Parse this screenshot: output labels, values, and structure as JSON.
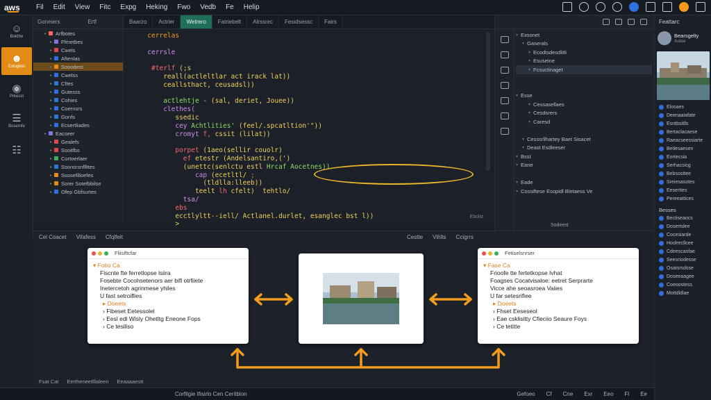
{
  "app": {
    "logo": "aws"
  },
  "menu": [
    "Fil",
    "Edit",
    "View",
    "Fitc",
    "Expg",
    "Heking",
    "Fwo",
    "Vedb",
    "Fe",
    "Helip"
  ],
  "activity": [
    {
      "label": "Bokthe",
      "icon": "person-icon"
    },
    {
      "label": "Exlogiesi",
      "icon": "user-active-icon"
    },
    {
      "label": "Prkesst",
      "icon": "bulb-icon"
    },
    {
      "label": "Bosemfe",
      "icon": "stack-icon"
    },
    {
      "label": "",
      "icon": "grid-icon"
    }
  ],
  "explorer": {
    "title": "Goneiers",
    "title_right": "Ertf",
    "items": [
      {
        "label": "Arfbotes",
        "indent": 2,
        "color": "#f26a6a"
      },
      {
        "label": "Ffmetbes",
        "indent": 3,
        "color": "#8a6ee0"
      },
      {
        "label": "Cwels",
        "indent": 3,
        "color": "#e04a4a"
      },
      {
        "label": "Aftenlas",
        "indent": 3,
        "color": "#2f6fe0"
      },
      {
        "label": "Sooodest",
        "indent": 3,
        "color": "#e28c17",
        "selected": true
      },
      {
        "label": "Cwelss",
        "indent": 3,
        "color": "#2f6fe0"
      },
      {
        "label": "Cftes",
        "indent": 3,
        "color": "#2f6fe0"
      },
      {
        "label": "Gutesss",
        "indent": 3,
        "color": "#2f6fe0"
      },
      {
        "label": "Cohies",
        "indent": 3,
        "color": "#2f6fe0"
      },
      {
        "label": "Coernsrs",
        "indent": 3,
        "color": "#2f6fe0"
      },
      {
        "label": "Gonfs",
        "indent": 3,
        "color": "#2f6fe0"
      },
      {
        "label": "Ecsertliades",
        "indent": 3,
        "color": "#2f6fe0"
      },
      {
        "label": "Eacseer",
        "indent": 2,
        "color": "#8a6ee0"
      },
      {
        "label": "Gealefs",
        "indent": 3,
        "color": "#e04a4a"
      },
      {
        "label": "Ssoitfbs",
        "indent": 3,
        "color": "#e04a4a"
      },
      {
        "label": "Curtoerlaer",
        "indent": 3,
        "color": "#3fae5a"
      },
      {
        "label": "Ssonsrsnfllttes",
        "indent": 3,
        "color": "#2f6fe0"
      },
      {
        "label": "Ssosefilloefes",
        "indent": 3,
        "color": "#e28c17"
      },
      {
        "label": "Sorer Sotefbbilse",
        "indent": 3,
        "color": "#e28c17"
      },
      {
        "label": "Ofep Gbfsurtes",
        "indent": 3,
        "color": "#2f6fe0"
      }
    ]
  },
  "editor": {
    "tabs": [
      "Baarzo",
      "Actrier",
      "Wetrero",
      "Fatriebelt",
      "Alrssrec",
      "Fesidsessc",
      "Fairs"
    ],
    "active_tab": 2,
    "lines": [
      {
        "indent": 2,
        "parts": [
          {
            "t": "cerrelas",
            "c": "k-org"
          }
        ]
      },
      {
        "indent": 0,
        "parts": []
      },
      {
        "indent": 2,
        "parts": [
          {
            "t": "cerrsle",
            "c": "k-pur"
          }
        ]
      },
      {
        "indent": 0,
        "parts": []
      },
      {
        "indent": 3,
        "parts": [
          {
            "t": "#terlf ",
            "c": "k-red"
          },
          {
            "t": "(;s",
            "c": "k-yel"
          }
        ]
      },
      {
        "indent": 6,
        "parts": [
          {
            "t": "reall(",
            "c": "k-yel"
          },
          {
            "t": "actleltlar act ",
            "c": "k-yel"
          },
          {
            "t": "irack lat))",
            "c": "k-yel"
          }
        ]
      },
      {
        "indent": 6,
        "parts": [
          {
            "t": "ceallsthact, ceusadsl))",
            "c": "k-yel"
          }
        ]
      },
      {
        "indent": 0,
        "parts": []
      },
      {
        "indent": 6,
        "parts": [
          {
            "t": "actlehtje ",
            "c": "k-grn"
          },
          {
            "t": "- (sal, ",
            "c": "k-yel"
          },
          {
            "t": "deriet, Jouee))",
            "c": "k-yel"
          }
        ]
      },
      {
        "indent": 6,
        "parts": [
          {
            "t": "clethes(",
            "c": "k-pur"
          }
        ]
      },
      {
        "indent": 9,
        "parts": [
          {
            "t": "ssedic",
            "c": "k-yel"
          }
        ]
      },
      {
        "indent": 9,
        "parts": [
          {
            "t": "cey ",
            "c": "k-pur"
          },
          {
            "t": "Achtlities' ",
            "c": "k-grn"
          },
          {
            "t": "(feel/.spcatltion'\"))",
            "c": "k-yel"
          }
        ]
      },
      {
        "indent": 9,
        "parts": [
          {
            "t": "cromyt ",
            "c": "k-pur"
          },
          {
            "t": "f, ",
            "c": "k-red"
          },
          {
            "t": "cssit (lilat))",
            "c": "k-yel"
          }
        ]
      },
      {
        "indent": 0,
        "parts": []
      },
      {
        "indent": 9,
        "parts": [
          {
            "t": "porpet ",
            "c": "k-red"
          },
          {
            "t": "(1aeo(sellir couolr)",
            "c": "k-yel"
          }
        ]
      },
      {
        "indent": 11,
        "parts": [
          {
            "t": "ef ",
            "c": "k-red"
          },
          {
            "t": "etestr ",
            "c": "k-yel"
          },
          {
            "t": "(Andelsantiro,(')",
            "c": "k-yel"
          }
        ]
      },
      {
        "indent": 11,
        "parts": [
          {
            "t": "(unettc(senlctu estl ",
            "c": "k-yel"
          },
          {
            "t": "Hrcaf Aocetnes))",
            "c": "k-grn"
          }
        ]
      },
      {
        "indent": 14,
        "parts": [
          {
            "t": "cap ",
            "c": "k-pur"
          },
          {
            "t": "(ecetltl/ ",
            "c": "k-yel"
          },
          {
            "t": ";",
            "c": "k-red"
          }
        ]
      },
      {
        "indent": 16,
        "parts": [
          {
            "t": "(tldlla:lleeb))",
            "c": "k-yel"
          }
        ]
      },
      {
        "indent": 14,
        "parts": [
          {
            "t": "teelt ",
            "c": "k-yel"
          },
          {
            "t": "lh ",
            "c": "k-red"
          },
          {
            "t": "cfelt)  tehtlo/",
            "c": "k-yel"
          }
        ]
      },
      {
        "indent": 11,
        "parts": [
          {
            "t": "tsa/",
            "c": "k-pur"
          }
        ]
      },
      {
        "indent": 9,
        "parts": [
          {
            "t": "ebs",
            "c": "k-red"
          }
        ]
      },
      {
        "indent": 9,
        "parts": [
          {
            "t": "ecctlyltt--iell/ ",
            "c": "k-yel"
          },
          {
            "t": "Actlanel.durlet, ",
            "c": "k-yel"
          },
          {
            "t": "esanglec ",
            "c": "k-yel"
          },
          {
            "t": "bst l))",
            "c": "k-yel"
          }
        ]
      },
      {
        "indent": 9,
        "parts": [
          {
            "t": ">",
            "c": "k-yel"
          }
        ]
      }
    ],
    "footer": "Ebolst"
  },
  "rtree": {
    "title": "Egstt",
    "footer": "Sodeest",
    "items": [
      {
        "label": "Exsonet",
        "indent": 0
      },
      {
        "label": "Gaserals",
        "indent": 1
      },
      {
        "label": "Ecodtsdesdlitli",
        "indent": 2
      },
      {
        "label": "Esuseine",
        "indent": 2
      },
      {
        "label": "Fcsuctinaget",
        "indent": 2,
        "selected": true
      },
      {
        "label": "",
        "indent": 0
      },
      {
        "label": "",
        "indent": 0
      },
      {
        "label": "Esse",
        "indent": 0
      },
      {
        "label": "Cessasellaes",
        "indent": 2
      },
      {
        "label": "Cesdsrers",
        "indent": 2
      },
      {
        "label": "Caresd",
        "indent": 2
      },
      {
        "label": "",
        "indent": 0
      },
      {
        "label": "Cesssrllhartey Baet Sisacet",
        "indent": 1
      },
      {
        "label": "Deast Esdleeser",
        "indent": 1
      },
      {
        "label": "Bsst",
        "indent": 0
      },
      {
        "label": "Eane",
        "indent": 0
      },
      {
        "label": "",
        "indent": 0
      },
      {
        "label": "Eade",
        "indent": 0
      },
      {
        "label": "Cossiftese Esopidl Bletaess Ve",
        "indent": 0
      }
    ]
  },
  "people": {
    "title": "Feattarc",
    "user_name": "Bearsgelty",
    "user_sub": "Aotse",
    "items": [
      {
        "label": "Elosaes"
      },
      {
        "label": "Deenaaiafate"
      },
      {
        "label": "Esntbsitlls"
      },
      {
        "label": "Bertaclacaese"
      },
      {
        "label": "Raeacseessiarte"
      },
      {
        "label": "Betlesaesen"
      },
      {
        "label": "Eortecsia"
      },
      {
        "label": "Serhacsicg"
      },
      {
        "label": "Bebsosttee"
      },
      {
        "label": "Sreiesasotes"
      },
      {
        "label": "Eeserttes"
      },
      {
        "label": "Pereeattices"
      }
    ],
    "items2_title": "Besses",
    "items2": [
      {
        "label": "Bectiseaocs"
      },
      {
        "label": "Dosertslee"
      },
      {
        "label": "Cocesiarde"
      },
      {
        "label": "Hoolrecllcee"
      },
      {
        "label": "Cdeescasfae"
      },
      {
        "label": "Seeoriodesse"
      },
      {
        "label": "Osatsmdsse"
      },
      {
        "label": "Doseeaagee"
      },
      {
        "label": "Coeoostess"
      },
      {
        "label": "Mottdldlae"
      }
    ]
  },
  "bottom": {
    "left_tabs": [
      "Cel Coacet",
      "Vifafess",
      "Cfqlfeit"
    ],
    "right_tabs": [
      "Cestte",
      "Vihlts",
      "Ccigrrs"
    ],
    "status_left": "Fsat Cat",
    "status_mid": "Eertheneetlllaleen",
    "status_mid2": "Eeaaaaestt"
  },
  "cards": {
    "left": {
      "title": "Fliislftcfar",
      "heading": "Fotio Ca",
      "lines": [
        "Fiscnte fte ferretlopse lsiira",
        "Fosebte Cocohsetenors aer bifl otrfiiete",
        "Inetercetoh agrinmese yhiles",
        "U fast setroiflies"
      ],
      "sub_heading": "Doeets",
      "bullets": [
        "Fibeset Eetessolel",
        "Eesl edl Wlsly Ohetltg Eneone Fops",
        "Ce tesiliso"
      ]
    },
    "right": {
      "title": "Fetiselsnrser",
      "heading": "Fase Ca",
      "lines": [
        "Frioofe tte fertetkopse Ivhat",
        "Foagses Cocatvisaloe: eetret Serprarte",
        "Vicce ahe seoasroea Vaiies",
        "U far setesrifiee"
      ],
      "sub_heading": "Doeets",
      "bullets": [
        "Fhset Eeseseol",
        "Eae csklisitty Cfieciio Seaure Foys",
        "Ce tetitte"
      ]
    }
  },
  "statusbar": {
    "text": "Corfilgie Ifisirlo Cen Ceritblon",
    "right": [
      "Gefoeo",
      "Cf",
      "Cne",
      "Exr",
      "Eeo",
      "Fl",
      "Ee"
    ]
  },
  "colors": {
    "accent": "#e28c17",
    "arrow": "#f29b1d",
    "tab_active": "#1f6e5a",
    "highlight": "#e8b52b"
  }
}
